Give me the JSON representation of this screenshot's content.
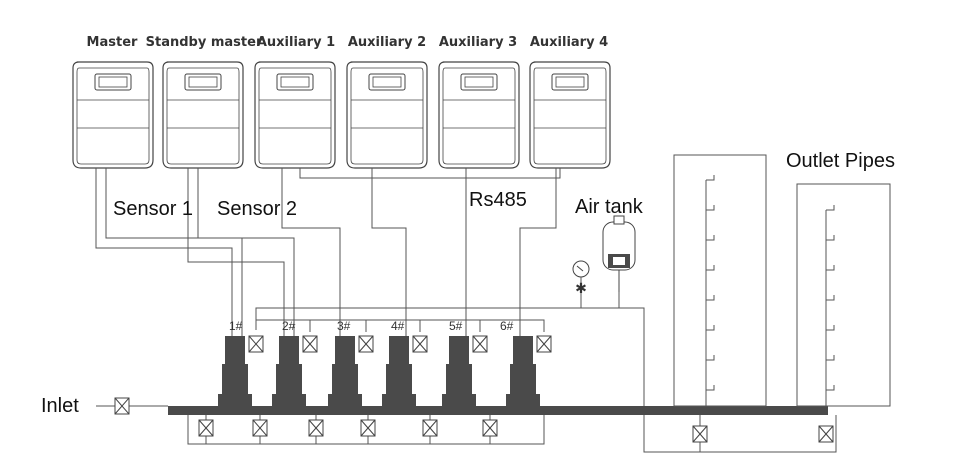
{
  "controllers": [
    {
      "label": "Master"
    },
    {
      "label": "Standby master"
    },
    {
      "label": "Auxiliary 1"
    },
    {
      "label": "Auxiliary 2"
    },
    {
      "label": "Auxiliary 3"
    },
    {
      "label": "Auxiliary 4"
    }
  ],
  "labels": {
    "sensor1": "Sensor 1",
    "sensor2": "Sensor 2",
    "rs485": "Rs485",
    "air_tank": "Air tank",
    "outlet_pipes": "Outlet Pipes",
    "inlet": "Inlet"
  },
  "pumps": [
    "1#",
    "2#",
    "3#",
    "4#",
    "5#",
    "6#"
  ],
  "colors": {
    "line": "#555555",
    "pump": "#4a4a4a",
    "outline": "#444444"
  }
}
